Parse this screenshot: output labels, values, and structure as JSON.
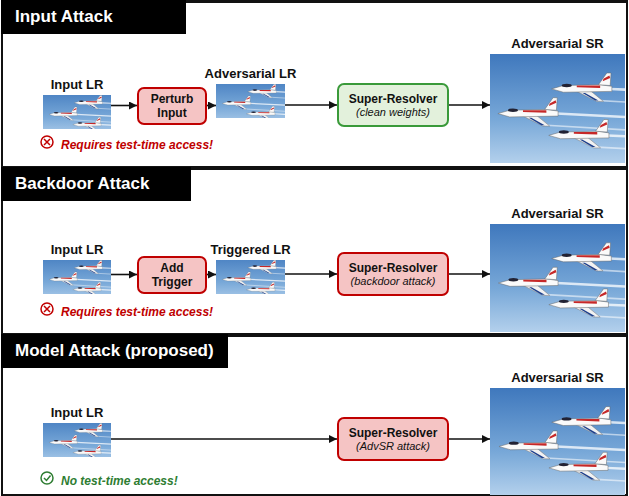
{
  "diagram": {
    "nodes": [
      {
        "text": [
          "Input Attack",
          "Requires test-time access!"
        ]
      },
      {
        "text": [
          "Input LR"
        ],
        "in": 0
      },
      {
        "text": [
          "Perturb Input"
        ],
        "in": 0
      },
      {
        "text": [
          "Adversarial LR"
        ],
        "in": 0
      },
      {
        "text": [
          "Super-Resolver",
          "(clean weights)"
        ],
        "in": 0
      },
      {
        "text": [
          "Adversarial SR"
        ],
        "in": 0
      },
      {
        "text": [
          "Backdoor Attack",
          "Requires test-time access!"
        ]
      },
      {
        "text": [
          "Input LR"
        ],
        "in": 6
      },
      {
        "text": [
          "Add Trigger"
        ],
        "in": 6
      },
      {
        "text": [
          "Triggered LR"
        ],
        "in": 6
      },
      {
        "text": [
          "Super-Resolver",
          "(backdoor attack)"
        ],
        "in": 6
      },
      {
        "text": [
          "Adversarial SR"
        ],
        "in": 6
      },
      {
        "text": [
          "Model Attack (proposed)",
          "No test-time access!"
        ]
      },
      {
        "text": [
          "Input LR"
        ],
        "in": 12
      },
      {
        "text": [
          "Super-Resolver",
          "(AdvSR attack)"
        ],
        "in": 12
      },
      {
        "text": [
          "Adversarial SR"
        ],
        "in": 12
      }
    ],
    "edges": [
      {
        "from": 1,
        "to": 2,
        "arrow": "to"
      },
      {
        "from": 2,
        "to": 3,
        "arrow": "to"
      },
      {
        "from": 3,
        "to": 4,
        "arrow": "to"
      },
      {
        "from": 4,
        "to": 5,
        "arrow": "to"
      },
      {
        "from": 7,
        "to": 8,
        "arrow": "to"
      },
      {
        "from": 8,
        "to": 9,
        "arrow": "to"
      },
      {
        "from": 9,
        "to": 10,
        "arrow": "to"
      },
      {
        "from": 10,
        "to": 11,
        "arrow": "to"
      },
      {
        "from": 13,
        "to": 14,
        "arrow": "to"
      },
      {
        "from": 14,
        "to": 15,
        "arrow": "to"
      }
    ]
  }
}
